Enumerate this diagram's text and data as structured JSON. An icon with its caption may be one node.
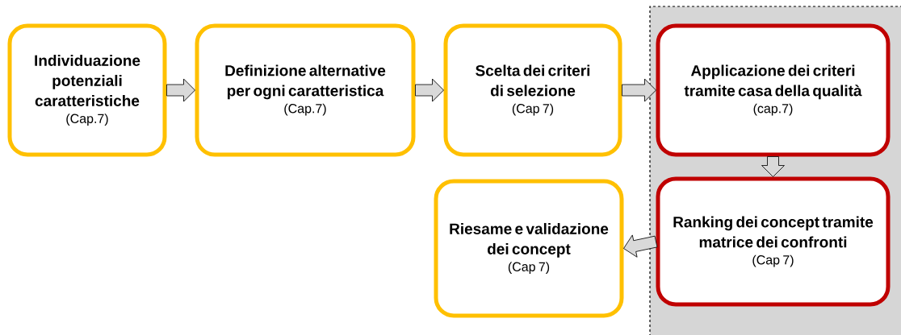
{
  "diagram": {
    "nodes": [
      {
        "text": [
          "Individuazione potenziali caratteristiche",
          "(Cap.7)"
        ]
      },
      {
        "text": [
          "Definizione alternative per ogni caratteristica",
          "(Cap.7)"
        ]
      },
      {
        "text": [
          "Scelta dei criteri di selezione",
          "(Cap 7)"
        ]
      },
      {
        "text": [
          "Applicazione dei criteri tramite casa della qualità",
          "(cap.7)"
        ]
      },
      {
        "text": [
          "Ranking dei concept tramite matrice dei confronti",
          "(Cap 7)"
        ]
      },
      {
        "text": [
          "Riesame e validazione dei concept",
          "(Cap 7)"
        ]
      }
    ],
    "edges": [
      {
        "from": 0,
        "to": 1,
        "arrow": "to"
      },
      {
        "from": 1,
        "to": 2,
        "arrow": "to"
      },
      {
        "from": 2,
        "to": 3,
        "arrow": "to"
      },
      {
        "from": 3,
        "to": 4,
        "arrow": "to"
      },
      {
        "from": 4,
        "to": 5,
        "arrow": "to"
      }
    ]
  }
}
